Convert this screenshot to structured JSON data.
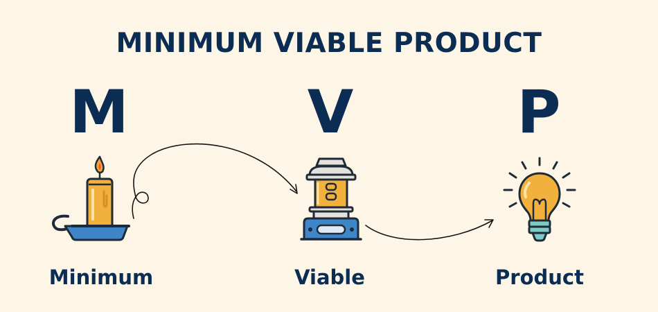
{
  "title": "MINIMUM VIABLE PRODUCT",
  "steps": [
    {
      "letter": "M",
      "label": "Minimum",
      "icon": "candle-icon"
    },
    {
      "letter": "V",
      "label": "Viable",
      "icon": "lantern-icon"
    },
    {
      "letter": "P",
      "label": "Product",
      "icon": "light-bulb-icon"
    }
  ],
  "colors": {
    "background": "#fdf6e7",
    "text": "#0b2d54",
    "yellow": "#f2b13d",
    "blue": "#3f86c9",
    "outline": "#1f2a36"
  }
}
